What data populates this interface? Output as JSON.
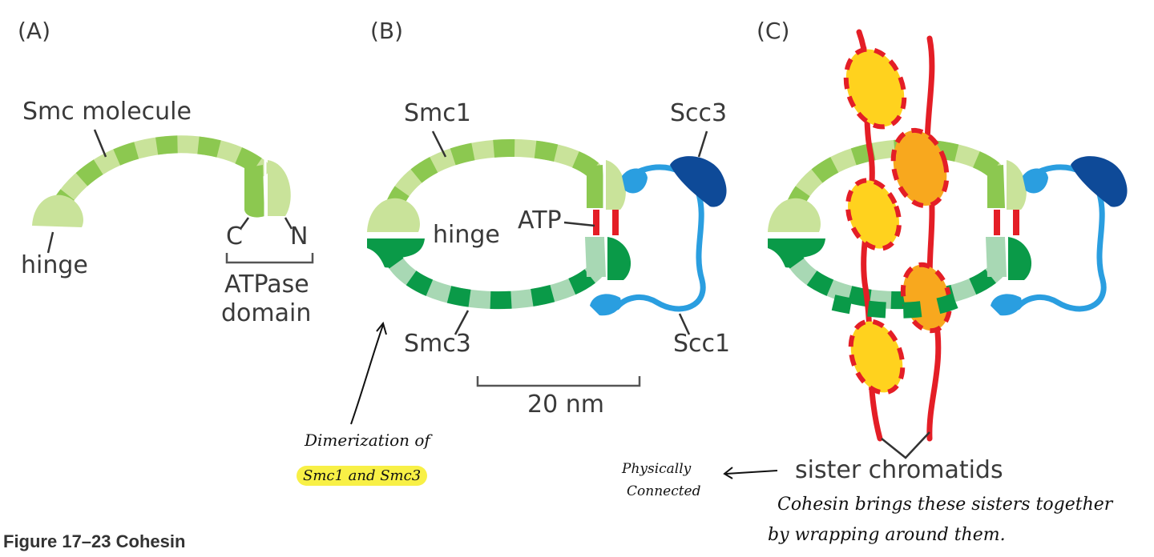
{
  "panels": {
    "a": "(A)",
    "b": "(B)",
    "c": "(C)"
  },
  "panel_a": {
    "smc_molecule": "Smc molecule",
    "hinge": "hinge",
    "c": "C",
    "n": "N",
    "atpase_line1": "ATPase",
    "atpase_line2": "domain"
  },
  "panel_b": {
    "smc1": "Smc1",
    "scc3": "Scc3",
    "hinge": "hinge",
    "atp": "ATP",
    "smc3": "Smc3",
    "scc1": "Scc1",
    "scale": "20 nm"
  },
  "panel_c": {
    "sister_chromatids": "sister chromatids"
  },
  "handwritten": {
    "dimerization_line1": "Dimerization of",
    "dimerization_line2": "Smc1 and Smc3",
    "physically_line1": "Physically",
    "physically_line2": "Connected",
    "cohesin_line1": "Cohesin brings these sisters together",
    "cohesin_line2": "by wrapping around them."
  },
  "caption": "Figure 17–23 Cohesin",
  "colors": {
    "light_green": "#c9e39a",
    "mid_green": "#8cc850",
    "dark_green": "#0a9a48",
    "pale_green": "#a8d8b4",
    "blue": "#2a9ee0",
    "dark_blue": "#0e4a98",
    "red": "#e41e26",
    "yellow": "#ffd21e",
    "highlight": "#f8f046"
  }
}
